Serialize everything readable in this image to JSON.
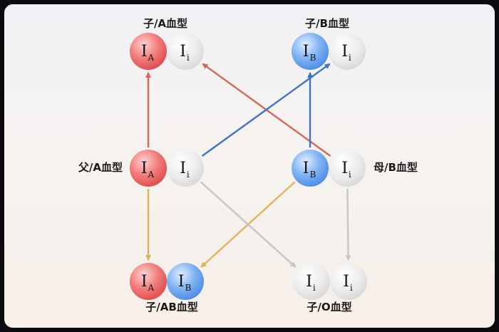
{
  "colors": {
    "allele_A": "#e85b5b",
    "allele_B": "#5a98e8",
    "allele_i": "#e3e3e3",
    "arrow_A": "#d4675a",
    "arrow_B": "#3f74c4",
    "arrow_mixed": "#dcb45a",
    "arrow_gray": "#c6c6c6"
  },
  "labels": {
    "child_a": "子/A血型",
    "child_b": "子/B血型",
    "father": "父/A血型",
    "mother": "母/B血型",
    "child_ab": "子/AB血型",
    "child_o": "子/O血型"
  },
  "alleles": {
    "base": "I",
    "A": "A",
    "B": "B",
    "i": "i"
  },
  "individuals": [
    {
      "id": "child-a",
      "label_key": "child_a",
      "genotype": [
        "A",
        "i"
      ]
    },
    {
      "id": "child-b",
      "label_key": "child_b",
      "genotype": [
        "B",
        "i"
      ]
    },
    {
      "id": "father",
      "label_key": "father",
      "genotype": [
        "A",
        "i"
      ]
    },
    {
      "id": "mother",
      "label_key": "mother",
      "genotype": [
        "B",
        "i"
      ]
    },
    {
      "id": "child-ab",
      "label_key": "child_ab",
      "genotype": [
        "A",
        "B"
      ]
    },
    {
      "id": "child-o",
      "label_key": "child_o",
      "genotype": [
        "i",
        "i"
      ]
    }
  ],
  "inheritance_arrows": [
    {
      "from": "father.A",
      "to": "child-a.A",
      "color_key": "arrow_A"
    },
    {
      "from": "mother.i",
      "to": "child-a.i",
      "color_key": "arrow_A"
    },
    {
      "from": "father.i",
      "to": "child-b.i",
      "color_key": "arrow_B"
    },
    {
      "from": "mother.B",
      "to": "child-b.B",
      "color_key": "arrow_B"
    },
    {
      "from": "father.A",
      "to": "child-ab.A",
      "color_key": "arrow_mixed"
    },
    {
      "from": "mother.B",
      "to": "child-ab.B",
      "color_key": "arrow_mixed"
    },
    {
      "from": "father.i",
      "to": "child-o.i1",
      "color_key": "arrow_gray"
    },
    {
      "from": "mother.i",
      "to": "child-o.i2",
      "color_key": "arrow_gray"
    }
  ]
}
